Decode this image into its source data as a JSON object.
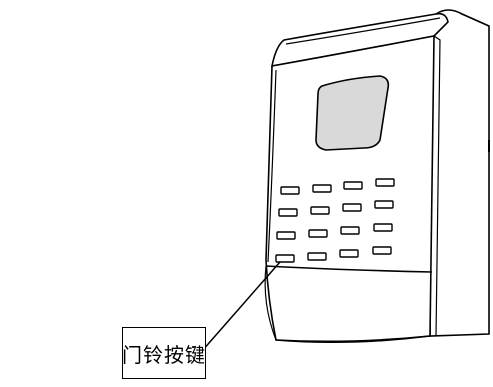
{
  "callout": {
    "label": "门铃按键"
  },
  "device": {
    "keypad_rows": 4,
    "keypad_cols": 4,
    "highlighted_key": "doorbell-key"
  },
  "colors": {
    "stroke": "#000000",
    "screen_fill": "#d9d9d9",
    "background": "#ffffff"
  }
}
